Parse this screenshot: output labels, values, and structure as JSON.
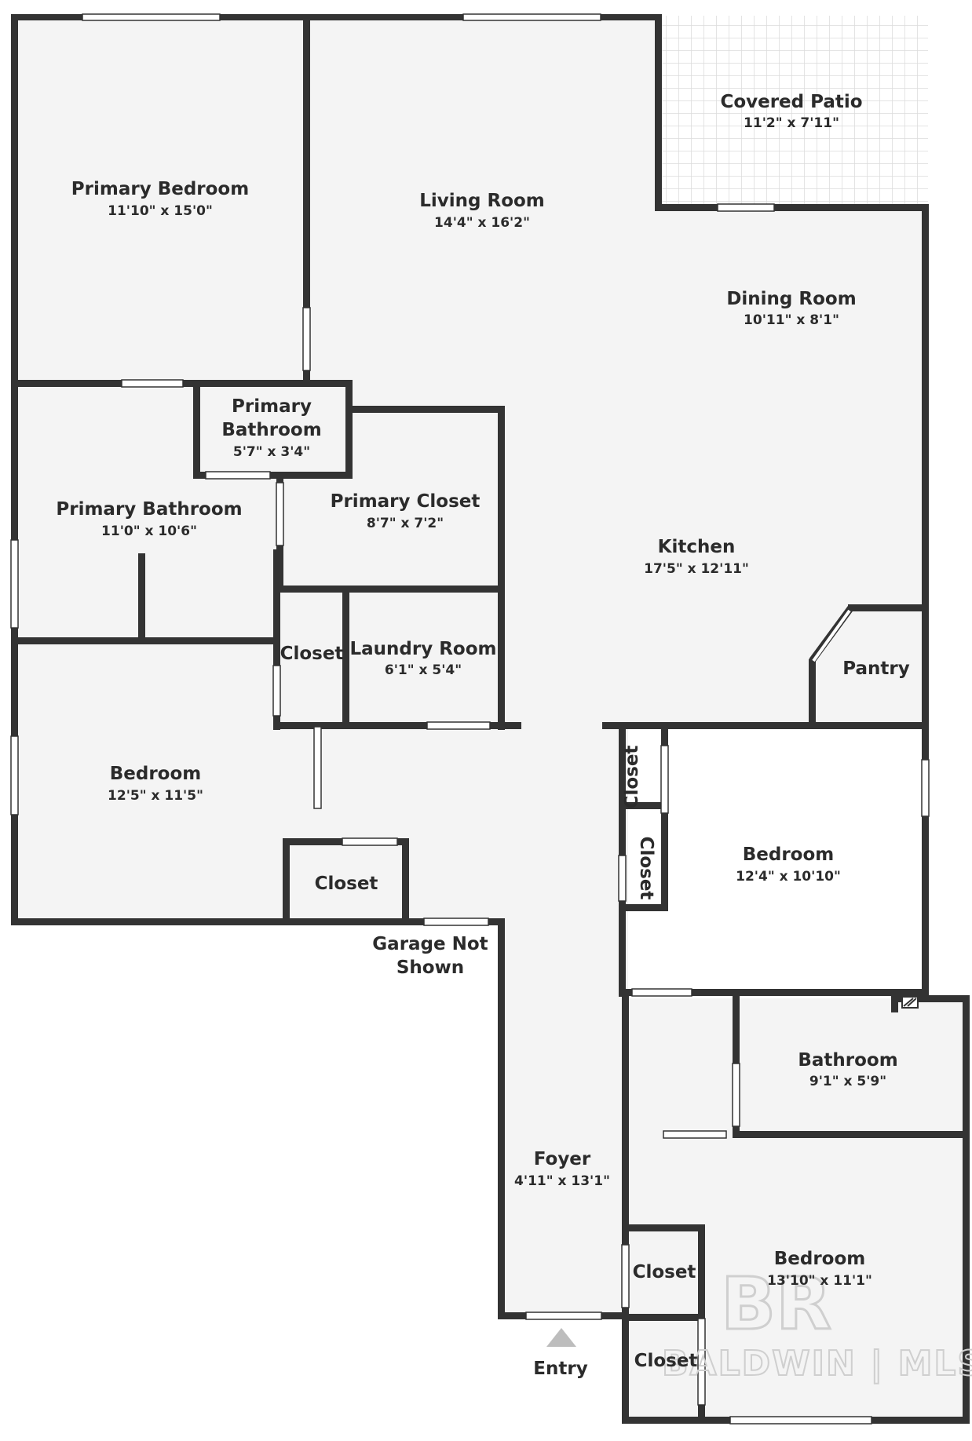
{
  "colors": {
    "wall": "#333333",
    "floor": "#f4f4f4",
    "window": "#ffffff",
    "patio_grid": "#dcdcdc",
    "text": "#2b2b2b",
    "watermark": "#cfcfcf"
  },
  "rooms": {
    "primary_bedroom": {
      "name": "Primary Bedroom",
      "dims": "11'10\" x 15'0\""
    },
    "living_room": {
      "name": "Living Room",
      "dims": "14'4\" x 16'2\""
    },
    "covered_patio": {
      "name": "Covered Patio",
      "dims": "11'2\" x 7'11\""
    },
    "dining_room": {
      "name": "Dining Room",
      "dims": "10'11\" x 8'1\""
    },
    "primary_bathroom_small": {
      "name_line1": "Primary",
      "name_line2": "Bathroom",
      "dims": "5'7\" x 3'4\""
    },
    "primary_closet": {
      "name": "Primary Closet",
      "dims": "8'7\" x 7'2\""
    },
    "primary_bathroom": {
      "name": "Primary Bathroom",
      "dims": "11'0\" x 10'6\""
    },
    "kitchen": {
      "name": "Kitchen",
      "dims": "17'5\" x 12'11\""
    },
    "closet_mid": {
      "name": "Closet"
    },
    "laundry_room": {
      "name": "Laundry Room",
      "dims": "6'1\" x 5'4\""
    },
    "pantry": {
      "name": "Pantry"
    },
    "bedroom_left": {
      "name": "Bedroom",
      "dims": "12'5\" x 11'5\""
    },
    "closet_left": {
      "name": "Closet"
    },
    "closet_vertical_1": {
      "name": "Closet"
    },
    "closet_vertical_2": {
      "name": "Closet"
    },
    "bedroom_right": {
      "name": "Bedroom",
      "dims": "12'4\" x 10'10\""
    },
    "bathroom": {
      "name": "Bathroom",
      "dims": "9'1\" x 5'9\""
    },
    "foyer": {
      "name": "Foyer",
      "dims": "4'11\" x 13'1\""
    },
    "bedroom_bottom": {
      "name": "Bedroom",
      "dims": "13'10\" x 11'1\""
    },
    "closet_bottom_1": {
      "name": "Closet"
    },
    "closet_bottom_2": {
      "name": "Closet"
    }
  },
  "notes": {
    "garage_line1": "Garage Not",
    "garage_line2": "Shown",
    "entry": "Entry"
  },
  "watermark": {
    "logo": "BR",
    "text": "BALDWIN | MLS"
  }
}
